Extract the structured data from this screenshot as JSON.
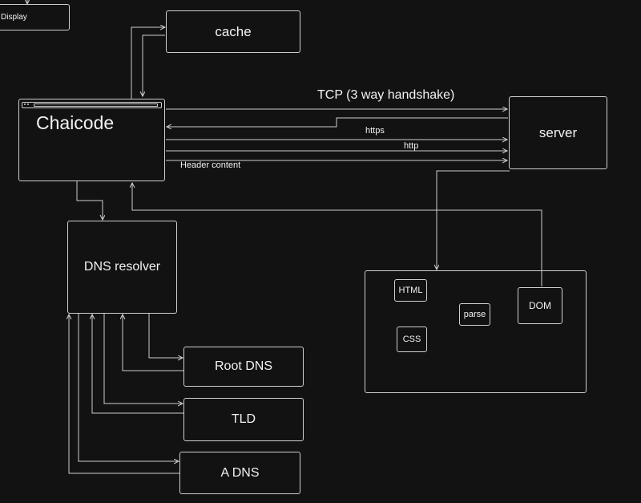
{
  "nodes": {
    "display": "Display",
    "cache": "cache",
    "browser": "Chaicode",
    "server": "server",
    "dns_resolver": "DNS resolver",
    "root_dns": "Root DNS",
    "tld": "TLD",
    "a_dns": "A DNS",
    "html": "HTML",
    "css": "CSS",
    "parse": "parse",
    "dom": "DOM"
  },
  "edges": {
    "tcp": "TCP (3 way handshake)",
    "https": "https",
    "http": "http",
    "header": "Header content"
  },
  "colors": {
    "background": "#121212",
    "stroke": "#cfcfcf",
    "text": "#f2f2f2"
  }
}
